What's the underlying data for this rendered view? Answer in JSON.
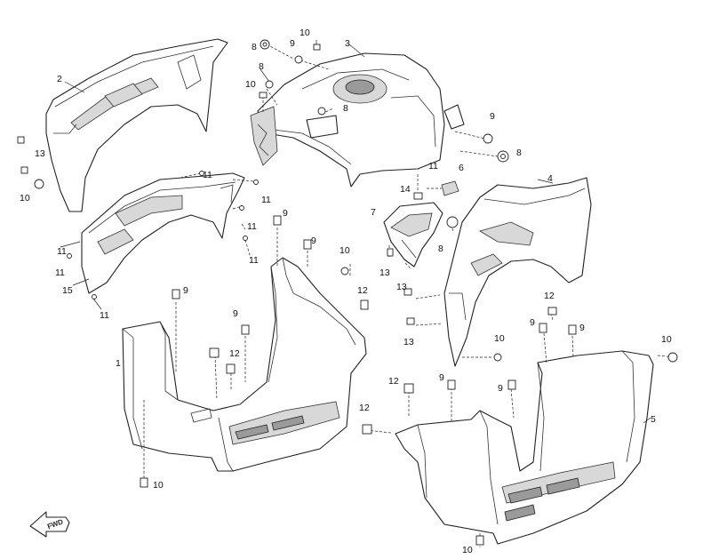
{
  "diagram": {
    "callouts": [
      {
        "id": "c2",
        "text": "2"
      },
      {
        "id": "c3",
        "text": "3"
      },
      {
        "id": "c8a",
        "text": "8"
      },
      {
        "id": "c9a",
        "text": "9"
      },
      {
        "id": "c10a",
        "text": "10"
      },
      {
        "id": "c8b",
        "text": "8"
      },
      {
        "id": "c10b",
        "text": "10"
      },
      {
        "id": "c8c",
        "text": "8"
      },
      {
        "id": "c13a",
        "text": "13"
      },
      {
        "id": "c10c",
        "text": "10"
      },
      {
        "id": "c11a",
        "text": "11"
      },
      {
        "id": "c11b",
        "text": "11"
      },
      {
        "id": "c11c",
        "text": "11"
      },
      {
        "id": "c11d",
        "text": "11"
      },
      {
        "id": "c11e",
        "text": "11"
      },
      {
        "id": "c11f",
        "text": "11"
      },
      {
        "id": "c15",
        "text": "15"
      },
      {
        "id": "c11g",
        "text": "11"
      },
      {
        "id": "c9b",
        "text": "9"
      },
      {
        "id": "c9c",
        "text": "9"
      },
      {
        "id": "c9d",
        "text": "9"
      },
      {
        "id": "c9e",
        "text": "9"
      },
      {
        "id": "c8d",
        "text": "8"
      },
      {
        "id": "c9f",
        "text": "9"
      },
      {
        "id": "c11h",
        "text": "11"
      },
      {
        "id": "c6",
        "text": "6"
      },
      {
        "id": "c14",
        "text": "14"
      },
      {
        "id": "c7",
        "text": "7"
      },
      {
        "id": "c8e",
        "text": "8"
      },
      {
        "id": "c13b",
        "text": "13"
      },
      {
        "id": "c4",
        "text": "4"
      },
      {
        "id": "c13c",
        "text": "13"
      },
      {
        "id": "c13d",
        "text": "13"
      },
      {
        "id": "c10d",
        "text": "10"
      },
      {
        "id": "c12a",
        "text": "12"
      },
      {
        "id": "c9g",
        "text": "9"
      },
      {
        "id": "c12b",
        "text": "12"
      },
      {
        "id": "c1",
        "text": "1"
      },
      {
        "id": "c10e",
        "text": "10"
      },
      {
        "id": "c12c",
        "text": "12"
      },
      {
        "id": "c9h",
        "text": "9"
      },
      {
        "id": "c9i",
        "text": "9"
      },
      {
        "id": "c12d",
        "text": "12"
      },
      {
        "id": "c12e",
        "text": "12"
      },
      {
        "id": "c9j",
        "text": "9"
      },
      {
        "id": "c9k",
        "text": "9"
      },
      {
        "id": "c10f",
        "text": "10"
      },
      {
        "id": "c10g",
        "text": "10"
      },
      {
        "id": "c5",
        "text": "5"
      },
      {
        "id": "c10h",
        "text": "10"
      }
    ],
    "fwd_label": "FWD"
  }
}
